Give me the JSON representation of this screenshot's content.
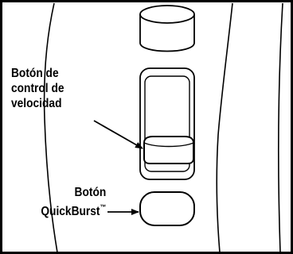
{
  "labels": {
    "speed_control_button": [
      "Botón de",
      "control de",
      "velocidad"
    ],
    "quickburst_button": [
      "Botón",
      "QuickBurst"
    ],
    "quickburst_trademark": "™"
  },
  "colors": {
    "line": "#000000",
    "background": "#ffffff"
  }
}
